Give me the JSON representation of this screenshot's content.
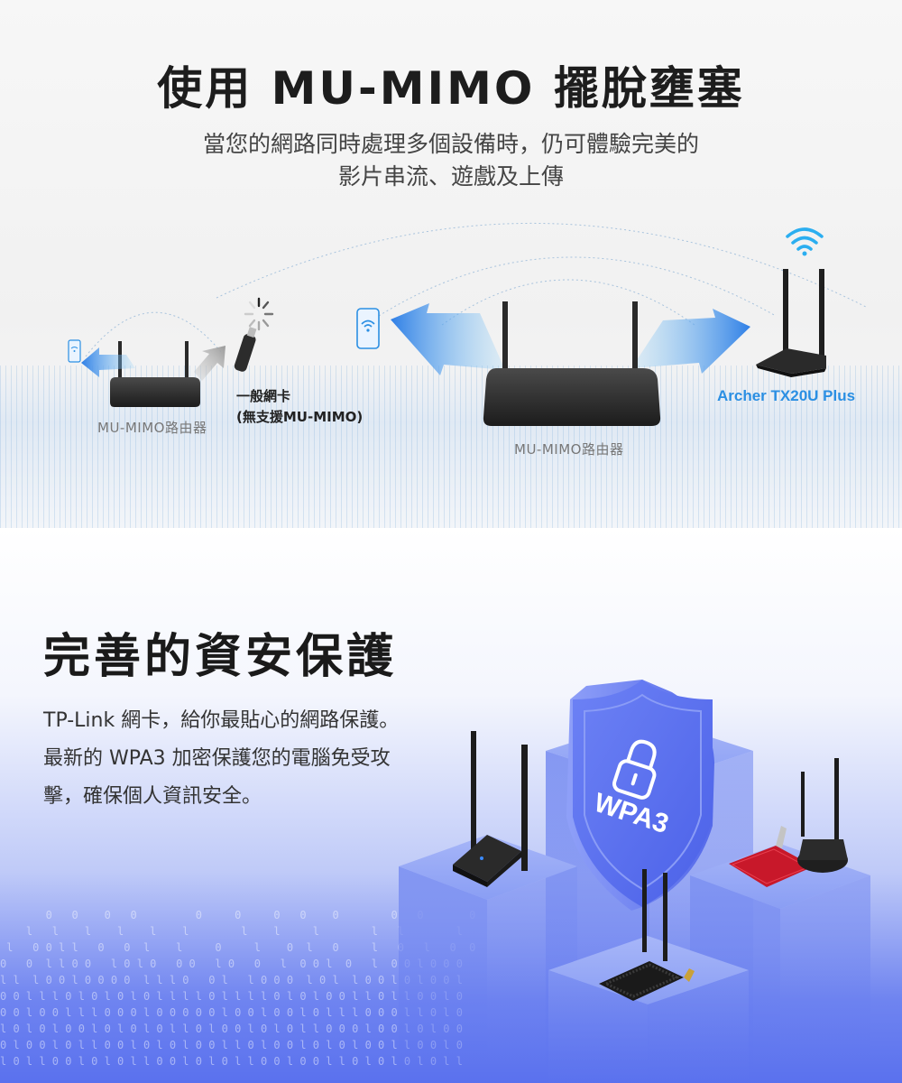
{
  "mimo_section": {
    "title": "使用 MU-MIMO 擺脫壅塞",
    "subtitle_line1": "當您的網路同時處理多個設備時，仍可體驗完美的",
    "subtitle_line2": "影片串流、遊戲及上傳",
    "router_left_label": "MU-MIMO路由器",
    "generic_card_line1": "一般網卡",
    "generic_card_line2": "(無支援MU-MIMO)",
    "router_right_label": "MU-MIMO路由器",
    "archer_label": "Archer TX20U Plus",
    "accent_blue": "#2b8fe3"
  },
  "security_section": {
    "title": "完善的資安保護",
    "body_line1": "TP-Link 網卡，給你最貼心的網路保護。",
    "body_line2": "最新的 WPA3 加密保護您的電腦免受攻",
    "body_line3": "擊，確保個人資訊安全。",
    "shield_label": "WPA3",
    "shield_color": "#5a6ff0"
  },
  "icons": [
    "wifi-icon",
    "phone-wifi-icon",
    "loading-spinner-icon",
    "lock-icon"
  ]
}
